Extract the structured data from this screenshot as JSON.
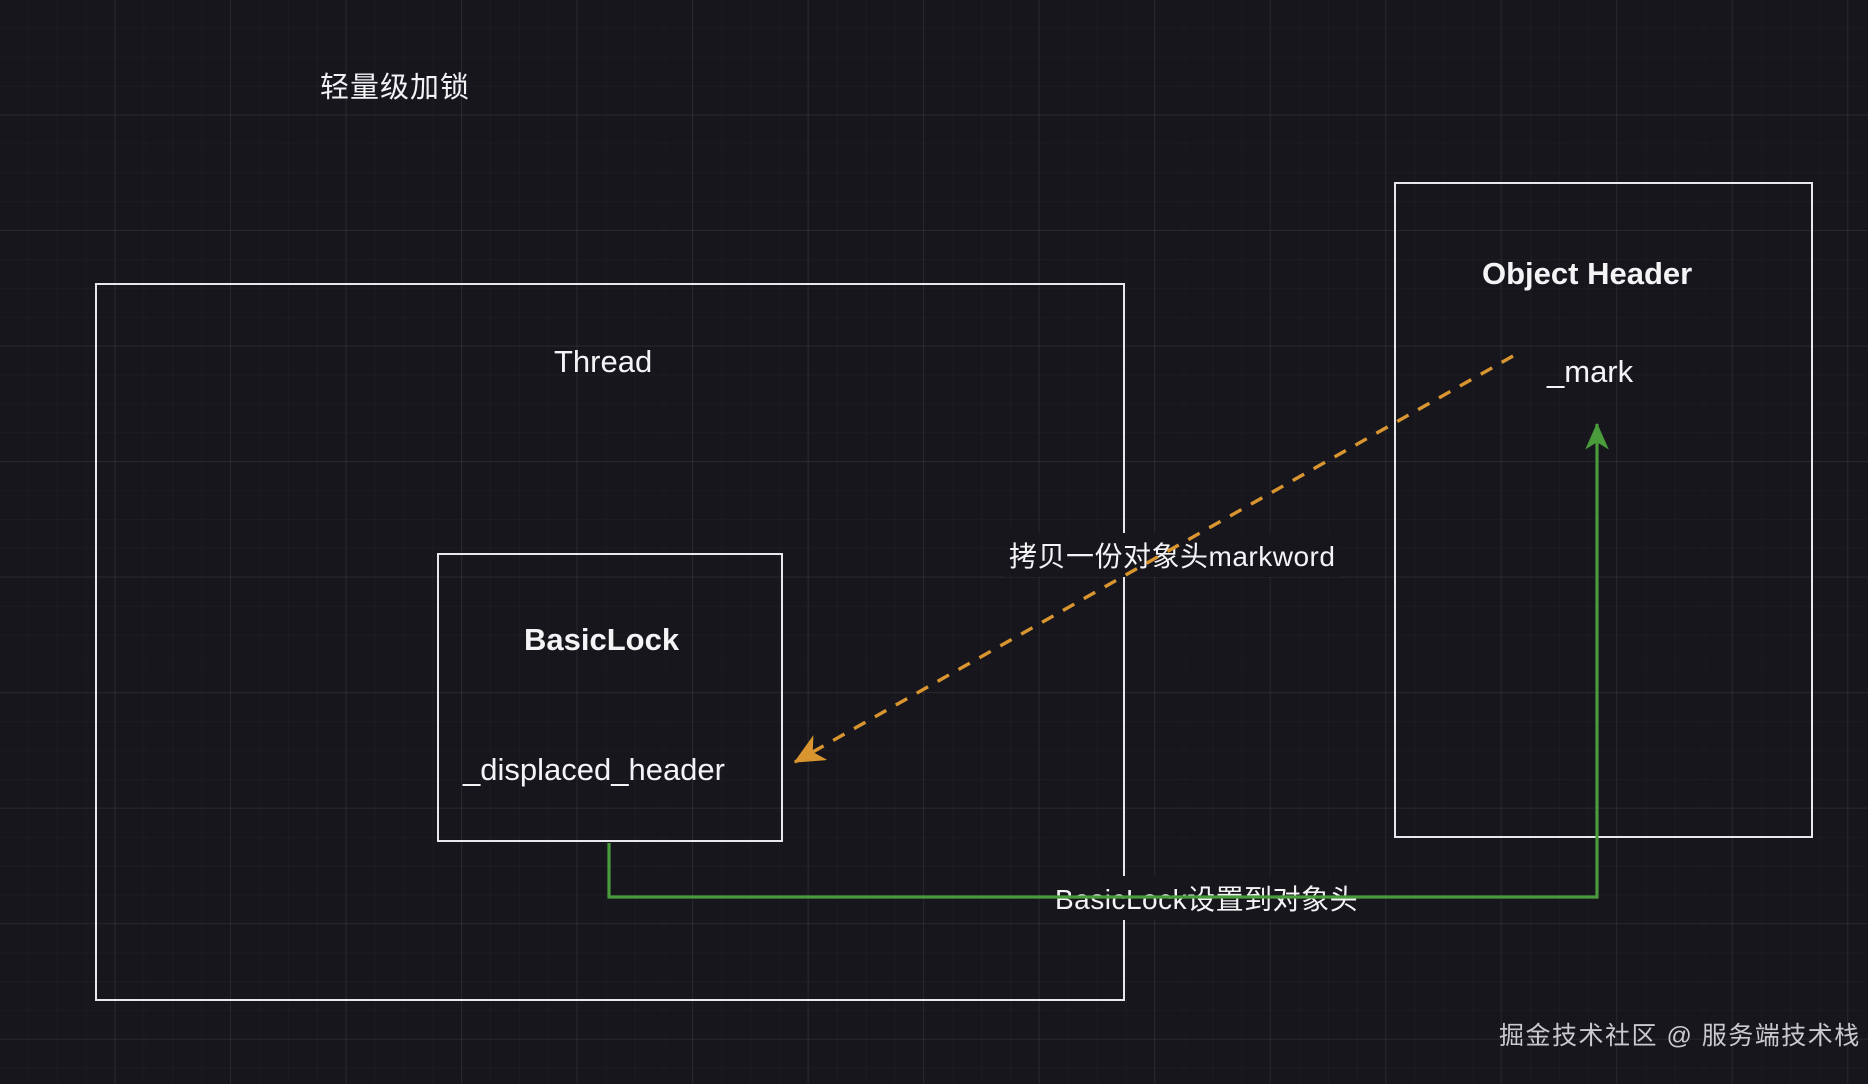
{
  "title": "轻量级加锁",
  "diagram": {
    "thread_box": {
      "label": "Thread"
    },
    "basiclock_box": {
      "title": "BasicLock",
      "field": "_displaced_header"
    },
    "object_header_box": {
      "title": "Object Header",
      "field": "_mark"
    },
    "annotations": {
      "copy_markword": "拷贝一份对象头markword",
      "set_basiclock": "BasicLock设置到对象头"
    },
    "colors": {
      "background": "#16161c",
      "box_border": "#e8e8ec",
      "text": "#f4f4f6",
      "arrow_orange": "#d9952f",
      "arrow_green": "#4a9b3c",
      "grid_line": "#2b2b35"
    }
  },
  "watermark": "掘金技术社区 @ 服务端技术栈"
}
